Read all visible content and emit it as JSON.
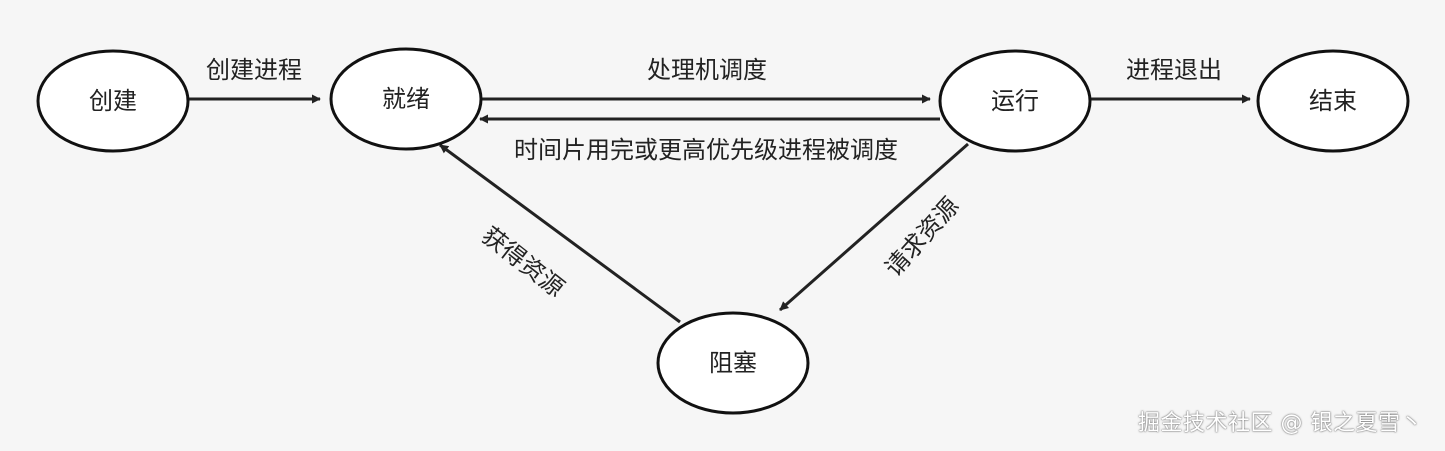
{
  "diagram": {
    "states": {
      "create": "创建",
      "ready": "就绪",
      "running": "运行",
      "end": "结束",
      "blocked": "阻塞"
    },
    "transitions": {
      "create_to_ready": "创建进程",
      "ready_to_running": "处理机调度",
      "running_to_ready": "时间片用完或更高优先级进程被调度",
      "running_to_end": "进程退出",
      "running_to_blocked": "请求资源",
      "blocked_to_ready": "获得资源"
    }
  },
  "watermark": "掘金技术社区 @ 银之夏雪丶"
}
